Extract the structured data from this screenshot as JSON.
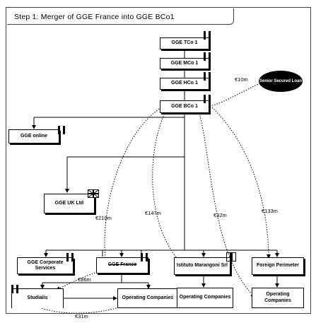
{
  "title": "Step   1: Merger of GGE France into GGE BCo1",
  "entities": {
    "tco1": "GGE TCo 1",
    "mco1": "GGE MCo 1",
    "hco1": "GGE HCo 1",
    "bco1": "GGE BCo 1",
    "online": "GGE online",
    "uk": "GGE UK Ltd",
    "corporate": "GGE Corporate Services",
    "france": "GGE France",
    "marangoni": "Istituto Marangoni Srl",
    "foreign": "Foreign Perimeter",
    "studialis": "Studialis",
    "opco_france": "Operating Companies",
    "opco_marangoni": "Operating Companies",
    "opco_foreign": "Operating Companies"
  },
  "loan": "Senior Secured Loan",
  "amounts": {
    "loan_flow": "€10m",
    "to_france": "€210m",
    "to_marangoni": "€147m",
    "to_opco_marangoni": "€32m",
    "to_foreign": "€133m",
    "france_studialis": "€86m",
    "studialis_opco": "€31m"
  }
}
